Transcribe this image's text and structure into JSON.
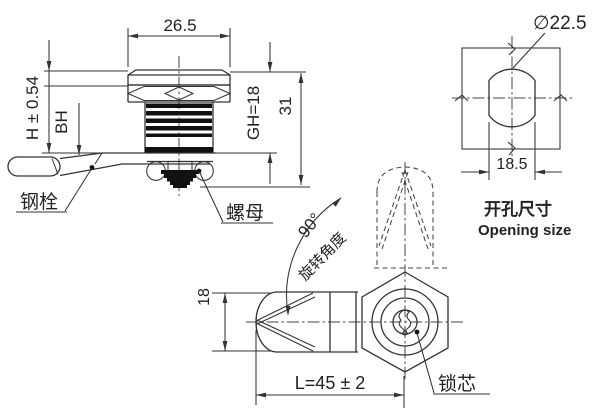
{
  "drawing": {
    "side_view": {
      "dim_cap_width": "26.5",
      "dim_h_tolerance": "H ± 0.54",
      "dim_bh": "BH",
      "dim_grip_height": "GH=18",
      "dim_total_height": "31",
      "label_cam": "钢栓",
      "label_nut": "螺母"
    },
    "opening_view": {
      "dim_diameter": "∅22.5",
      "dim_flat_width": "18.5",
      "title_cn": "开孔尺寸",
      "title_en": "Opening size"
    },
    "bottom_view": {
      "dim_rotation_angle": "90°",
      "label_rotation": "旋转角度",
      "dim_cam_height": "18",
      "dim_length": "L=45 ± 2",
      "label_lock_cylinder": "锁芯"
    },
    "colors": {
      "line": "#333333",
      "background": "#ffffff"
    }
  }
}
